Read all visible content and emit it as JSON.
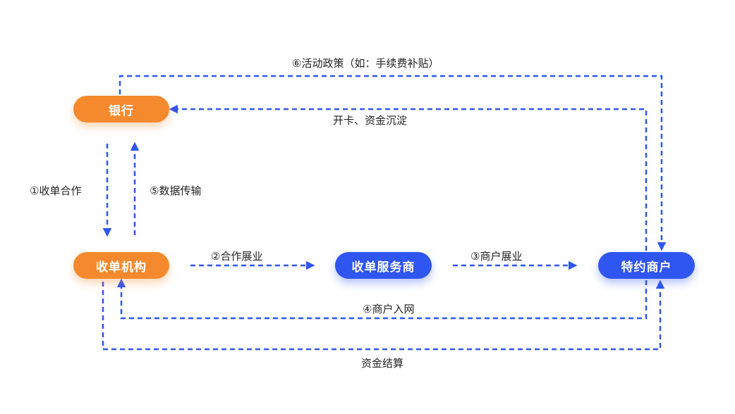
{
  "colors": {
    "orange": "#f48a2d",
    "blue": "#2f56f0",
    "line": "#2f56f0",
    "text": "#222222"
  },
  "nodes": {
    "bank": "银行",
    "acquirer": "收单机构",
    "service_provider": "收单服务商",
    "merchant": "特约商户"
  },
  "edges": {
    "e1": "①收单合作",
    "e2": "②合作展业",
    "e3": "③商户展业",
    "e4": "④商户入网",
    "e5": "⑤数据传输",
    "e6": "⑥活动政策（如：手续费补贴）",
    "open_account": "开卡、资金沉淀",
    "settlement": "资金结算"
  }
}
